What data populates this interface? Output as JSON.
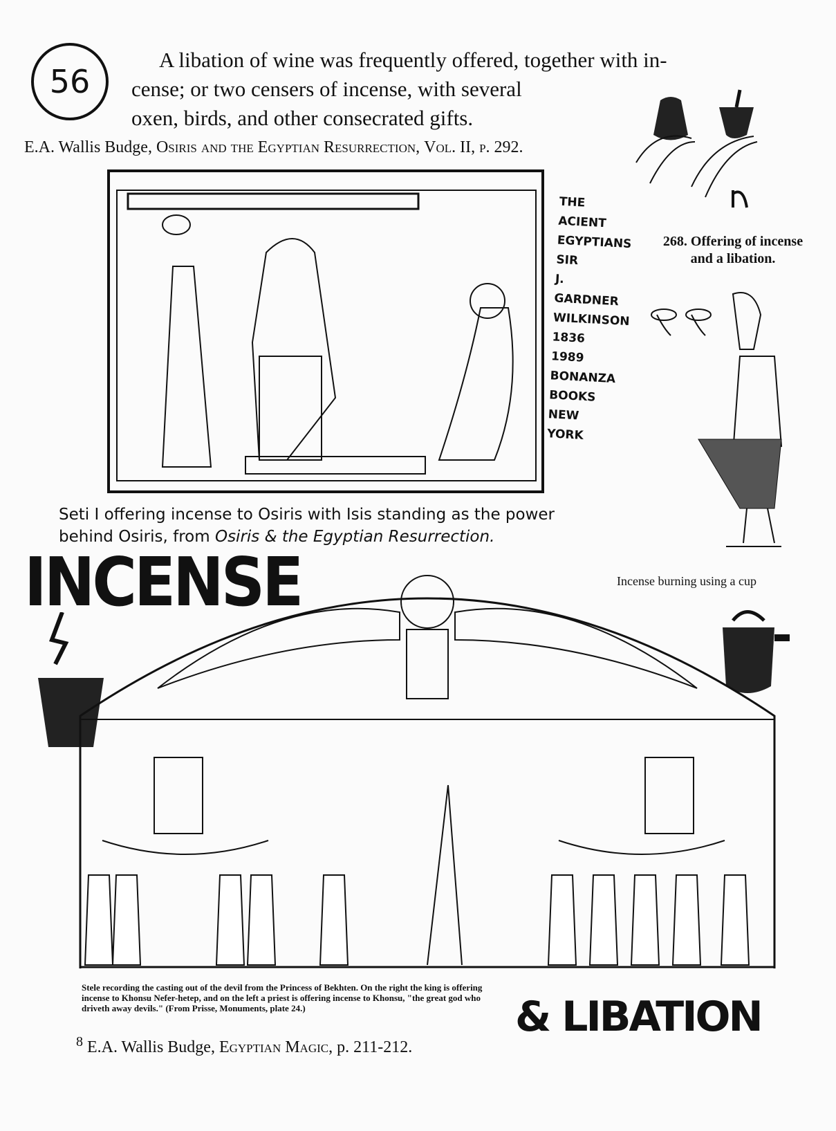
{
  "page_badge": "56",
  "quote": {
    "lines": [
      "A libation of wine was frequently offered, together with in-",
      "cense; or two censers of incense, with several",
      "oxen, birds, and other consecrated gifts."
    ]
  },
  "citation_top": {
    "author": "E.A. Wallis Budge,",
    "title": "Osiris and the Egyptian Resurrection,",
    "volume": "Vol. II, p. 292."
  },
  "handwritten_notes": [
    "THE",
    "ACIENT",
    "EGYPTIANS",
    "SIR",
    "J. GARDNER",
    "WILKINSON",
    "1836",
    "1989",
    "BONANZA",
    "BOOKS",
    "NEW",
    "YORK"
  ],
  "figure_268": {
    "line1": "268. Offering of incense",
    "line2": "and a libation."
  },
  "seti_caption": {
    "line1": "Seti I offering incense to Osiris with Isis standing as the power",
    "line2_prefix": "behind Osiris, from ",
    "line2_title": "Osiris & the Egyptian Resurrection."
  },
  "incense_title": "INCENSE",
  "cup_caption": "Incense burning using a cup",
  "stele_caption": "Stele recording the casting out of the devil from the Princess of Bekhten. On the right the king is offering incense to Khonsu Nefer-hetep, and on the left a priest is offering incense to Khonsu, \"the great god who driveth away devils.\" (From Prisse, Monuments, plate 24.)",
  "citation_bottom": {
    "page_number": "8",
    "author": "E.A. Wallis Budge,",
    "title": "Egyptian Magic,",
    "pages": "p. 211-212."
  },
  "libation_title": "& LIBATION"
}
